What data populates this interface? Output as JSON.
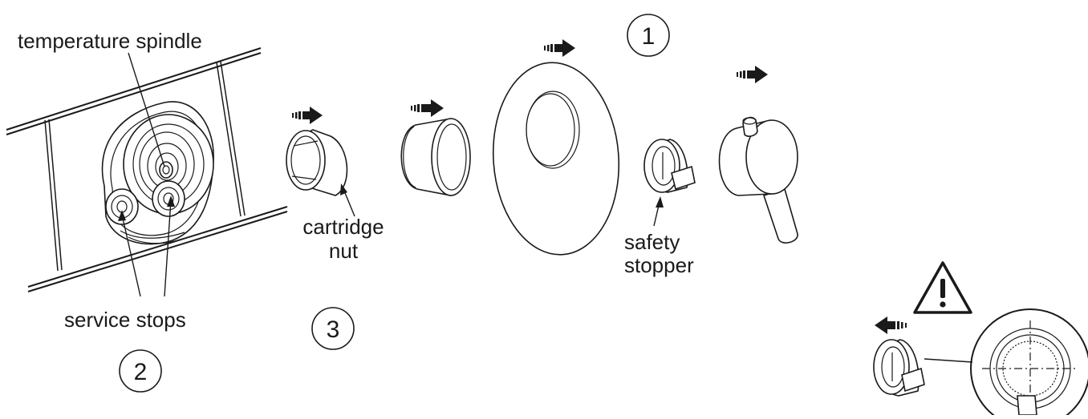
{
  "labels": {
    "temperature_spindle": "temperature spindle",
    "service_stops": "service stops",
    "cartridge_nut_line1": "cartridge",
    "cartridge_nut_line2": "nut",
    "safety_stopper_line1": "safety",
    "safety_stopper_line2": "stopper"
  },
  "steps": {
    "step1": "1",
    "step2": "2",
    "step3": "3"
  },
  "icons": {
    "warning": "warning-triangle-icon",
    "arrow_right": "arrow-right-icon",
    "arrow_left": "arrow-left-icon"
  },
  "colors": {
    "ink": "#1a1a1a",
    "background": "#ffffff"
  }
}
